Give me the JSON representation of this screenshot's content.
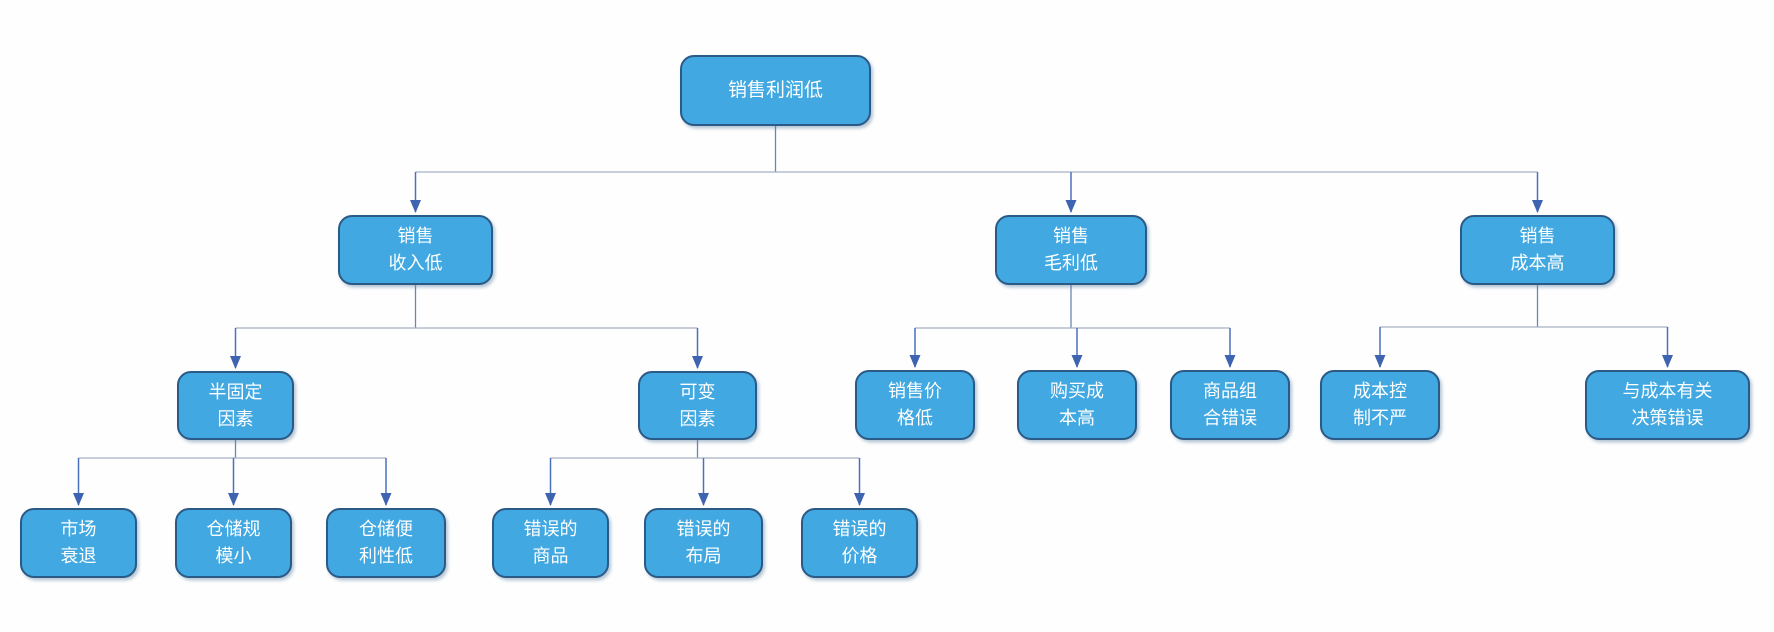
{
  "diagram": {
    "type": "tree-cause-analysis",
    "background": "#fefefe",
    "colors": {
      "node_fill": "#41a8e1",
      "node_border": "#2c5a87",
      "node_text": "#ffffff",
      "rail": "#a6b0c3",
      "stem": "#6c85b4",
      "drop": "#4a70c0",
      "arrow": "#3e63b0"
    }
  },
  "nodes": {
    "root": {
      "label": "销售利润低"
    },
    "revenue_low": {
      "label": "销售\n收入低"
    },
    "gross_low": {
      "label": "销售\n毛利低"
    },
    "cost_high": {
      "label": "销售\n成本高"
    },
    "semi_fixed": {
      "label": "半固定\n因素"
    },
    "variable": {
      "label": "可变\n因素"
    },
    "price_low": {
      "label": "销售价\n格低"
    },
    "purchase_high": {
      "label": "购买成\n本高"
    },
    "mix_wrong": {
      "label": "商品组\n合错误"
    },
    "control_lax": {
      "label": "成本控\n制不严"
    },
    "decision_wrong": {
      "label": "与成本有关\n决策错误"
    },
    "market_decline": {
      "label": "市场\n衰退"
    },
    "warehouse_small": {
      "label": "仓储规\n模小"
    },
    "warehouse_poor": {
      "label": "仓储便\n利性低"
    },
    "wrong_goods": {
      "label": "错误的\n商品"
    },
    "wrong_layout": {
      "label": "错误的\n布局"
    },
    "wrong_price": {
      "label": "错误的\n价格"
    }
  },
  "edges": [
    {
      "from": "root",
      "to": "revenue_low"
    },
    {
      "from": "root",
      "to": "gross_low"
    },
    {
      "from": "root",
      "to": "cost_high"
    },
    {
      "from": "revenue_low",
      "to": "semi_fixed"
    },
    {
      "from": "revenue_low",
      "to": "variable"
    },
    {
      "from": "gross_low",
      "to": "price_low"
    },
    {
      "from": "gross_low",
      "to": "purchase_high"
    },
    {
      "from": "gross_low",
      "to": "mix_wrong"
    },
    {
      "from": "cost_high",
      "to": "control_lax"
    },
    {
      "from": "cost_high",
      "to": "decision_wrong"
    },
    {
      "from": "semi_fixed",
      "to": "market_decline"
    },
    {
      "from": "semi_fixed",
      "to": "warehouse_small"
    },
    {
      "from": "semi_fixed",
      "to": "warehouse_poor"
    },
    {
      "from": "variable",
      "to": "wrong_goods"
    },
    {
      "from": "variable",
      "to": "wrong_layout"
    },
    {
      "from": "variable",
      "to": "wrong_price"
    }
  ]
}
